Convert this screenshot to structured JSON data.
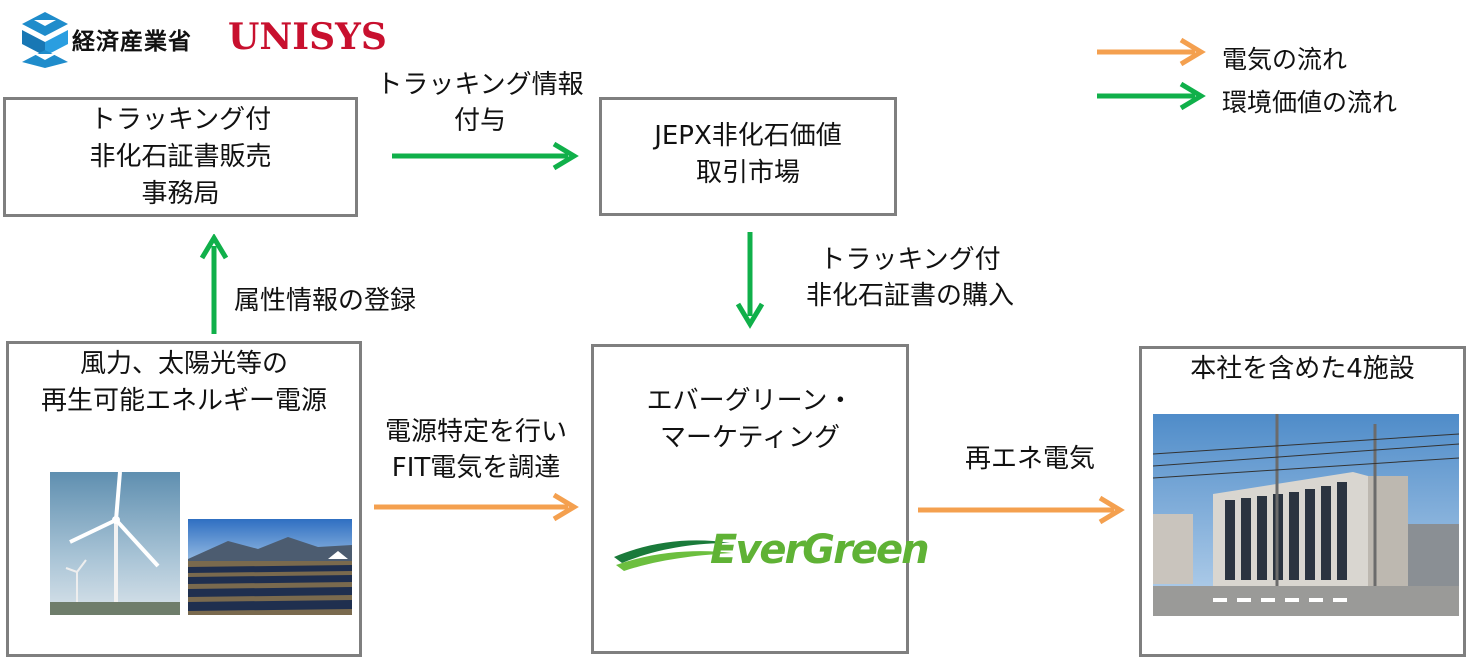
{
  "logos": {
    "meti_text": "経済産業省",
    "unisys_text": "UNISYS"
  },
  "legend": {
    "electricity_label": "電気の流れ",
    "environment_label": "環境価値の流れ",
    "electricity_color": "#f4a04f",
    "environment_color": "#10b04a"
  },
  "nodes": {
    "secretariat": "トラッキング付\n非化石証書販売\n事務局",
    "jepx": "JEPX非化石価値\n取引市場",
    "generation": "風力、太陽光等の\n再生可能エネルギー電源",
    "evergreen": "エバーグリーン・\nマーケティング",
    "evergreen_logo": "EverGreen",
    "facilities": "本社を含めた4施設"
  },
  "edges": {
    "tracking_info": "トラッキング情報\n付与",
    "tracking_purchase": "トラッキング付\n非化石証書の購入",
    "attribute_registration": "属性情報の登録",
    "procurement": "電源特定を行い\nFIT電気を調達",
    "renewable_power": "再エネ電気"
  },
  "images": {
    "wind": "wind-turbine-photo",
    "solar": "solar-farm-photo",
    "building": "headquarters-building-photo"
  }
}
